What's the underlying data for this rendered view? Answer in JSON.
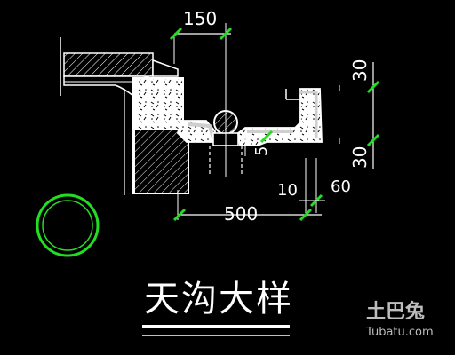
{
  "drawing": {
    "title": "天沟大样",
    "dimensions": {
      "top_width": "150",
      "right_top": "30",
      "right_bottom": "30",
      "left_vertical": "5",
      "bottom_span": "500",
      "bottom_small": "10",
      "bottom_right": "60"
    }
  },
  "watermark": {
    "brand_cn": "土巴兔",
    "brand_en": "Tubatu.com"
  },
  "colors": {
    "background": "#000000",
    "lines": "#ffffff",
    "dimension_marks": "#22dd22",
    "gutter_fill": "#cfcfcf"
  }
}
